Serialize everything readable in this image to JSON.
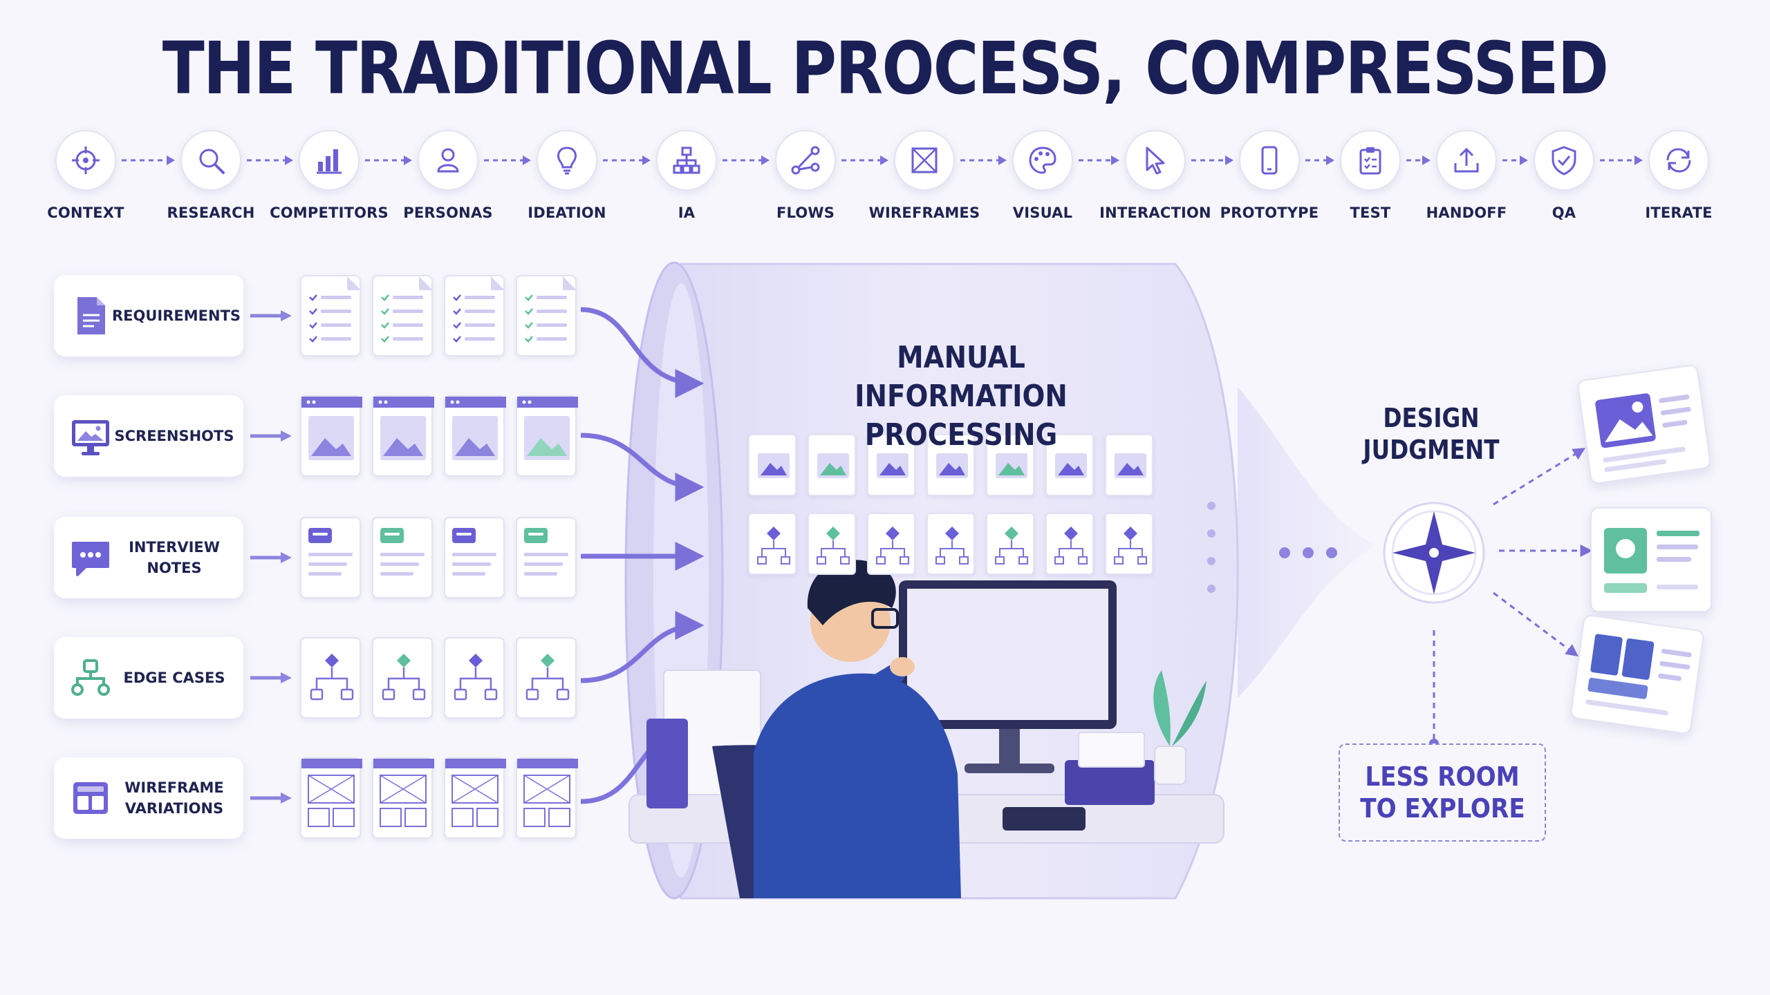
{
  "title": "THE TRADITIONAL PROCESS, COMPRESSED",
  "colors": {
    "accent": "#6a5fd6",
    "navy": "#1d2356",
    "teal": "#5fbf9e",
    "bg": "#f6f6fc"
  },
  "steps": [
    {
      "label": "CONTEXT",
      "icon": "crosshair-icon"
    },
    {
      "label": "RESEARCH",
      "icon": "search-icon"
    },
    {
      "label": "COMPETITORS",
      "icon": "bar-chart-icon"
    },
    {
      "label": "PERSONAS",
      "icon": "person-icon"
    },
    {
      "label": "IDEATION",
      "icon": "lightbulb-icon"
    },
    {
      "label": "IA",
      "icon": "sitemap-icon"
    },
    {
      "label": "FLOWS",
      "icon": "flow-icon"
    },
    {
      "label": "WIREFRAMES",
      "icon": "wireframe-icon"
    },
    {
      "label": "VISUAL",
      "icon": "palette-icon"
    },
    {
      "label": "INTERACTION",
      "icon": "cursor-icon"
    },
    {
      "label": "PROTOTYPE",
      "icon": "phone-icon"
    },
    {
      "label": "TEST",
      "icon": "clipboard-icon"
    },
    {
      "label": "HANDOFF",
      "icon": "upload-icon"
    },
    {
      "label": "QA",
      "icon": "shield-check-icon"
    },
    {
      "label": "ITERATE",
      "icon": "refresh-icon"
    }
  ],
  "inputs": [
    {
      "label": "REQUIREMENTS",
      "icon": "document-icon"
    },
    {
      "label": "SCREENSHOTS",
      "icon": "monitor-image-icon"
    },
    {
      "label": "INTERVIEW NOTES",
      "icon": "chat-bubble-icon"
    },
    {
      "label": "EDGE CASES",
      "icon": "branch-icon"
    },
    {
      "label": "WIREFRAME VARIATIONS",
      "icon": "layout-icon"
    }
  ],
  "funnel": {
    "title_line1": "MANUAL INFORMATION",
    "title_line2": "PROCESSING"
  },
  "judgment": {
    "line1": "DESIGN",
    "line2": "JUDGMENT",
    "icon": "compass-icon"
  },
  "explore": {
    "line1": "LESS ROOM",
    "line2": "TO EXPLORE"
  }
}
